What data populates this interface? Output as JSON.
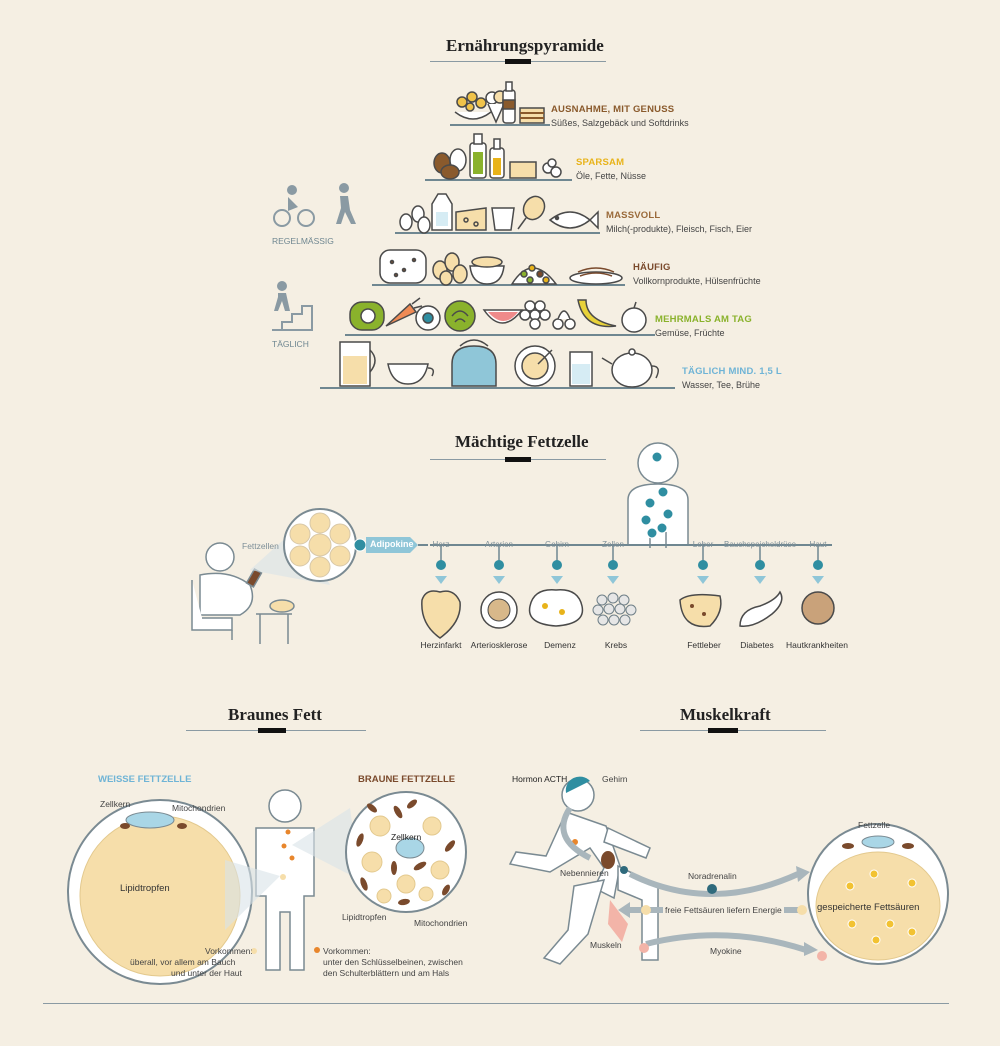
{
  "colors": {
    "background": "#f5efe3",
    "line": "#6f8791",
    "teal": "#2f8ea1",
    "blue_light": "#8fc6d8",
    "yellow_light": "#f6deaa",
    "brown": "#7a4a2c",
    "ausnahme": "#8a5a2c",
    "sparsam": "#e8b31a",
    "massvoll": "#9a6a3a",
    "haeufig": "#7a4a2c",
    "mehrmals": "#8ab22c",
    "taeglich": "#6fb4d6",
    "weisse": "#6fb4d6",
    "braune": "#7a4a2c",
    "accent_red": "#e88a7a"
  },
  "pyramid": {
    "title": "Ernährungspyramide",
    "levels": [
      {
        "title": "AUSNAHME, MIT GENUSS",
        "desc": "Süßes, Salzgebäck und Softdrinks",
        "color_key": "ausnahme",
        "icons": [
          "pasta-icon",
          "icecream-icon",
          "bottle-icon",
          "cake-icon"
        ]
      },
      {
        "title": "SPARSAM",
        "desc": "Öle, Fette, Nüsse",
        "color_key": "sparsam",
        "icons": [
          "nuts-icon",
          "oil-bottle-icon",
          "butter-icon"
        ]
      },
      {
        "title": "MASSVOLL",
        "desc": "Milch(-produkte), Fleisch, Fisch, Eier",
        "color_key": "massvoll",
        "icons": [
          "eggs-icon",
          "milk-icon",
          "cheese-icon",
          "meat-icon",
          "fish-icon"
        ]
      },
      {
        "title": "HÄUFIG",
        "desc": "Vollkornprodukte, Hülsenfrüchte",
        "color_key": "haeufig",
        "icons": [
          "bread-icon",
          "potatoes-icon",
          "bowl-icon",
          "legumes-icon",
          "pasta-plate-icon"
        ]
      },
      {
        "title": "MEHRMALS AM TAG",
        "desc": "Gemüse, Früchte",
        "color_key": "mehrmals",
        "icons": [
          "cucumber-icon",
          "carrot-icon",
          "tomato-icon",
          "cabbage-icon",
          "melon-icon",
          "grapes-icon",
          "cherries-icon",
          "banana-icon",
          "apple-icon"
        ]
      },
      {
        "title": "TÄGLICH MIND. 1,5 L",
        "desc": "Wasser, Tee, Brühe",
        "color_key": "taeglich",
        "icons": [
          "jug-icon",
          "cup-icon",
          "kettle-icon",
          "soup-icon",
          "glass-icon",
          "teapot-icon"
        ]
      }
    ],
    "activity": [
      {
        "label": "REGELMÄSSIG",
        "icons": [
          "cyclist-icon",
          "walker-icon"
        ]
      },
      {
        "label": "TÄGLICH",
        "icons": [
          "stairs-icon"
        ]
      }
    ]
  },
  "fettzelle": {
    "title": "Mächtige Fettzelle",
    "fettzellen_label": "Fettzellen",
    "adipokine_label": "Adipokine",
    "targets": [
      {
        "top": "Herz",
        "disease": "Herzinfarkt"
      },
      {
        "top": "Arterien",
        "disease": "Arteriosklerose"
      },
      {
        "top": "Gehirn",
        "disease": "Demenz"
      },
      {
        "top": "Zellen",
        "disease": "Krebs"
      },
      {
        "top": "Leber",
        "disease": "Fettleber"
      },
      {
        "top": "Bauchspeicheldrüse",
        "disease": "Diabetes"
      },
      {
        "top": "Haut",
        "disease": "Hautkrankheiten"
      }
    ]
  },
  "braunes_fett": {
    "title": "Braunes Fett",
    "weisse_title": "WEISSE FETTZELLE",
    "braune_title": "BRAUNE FETTZELLE",
    "zellkern": "Zellkern",
    "mitochondrien": "Mitochondrien",
    "lipidtropfen": "Lipidtropfen",
    "zellkern_inner": "Zellkern",
    "lipidtropfen_braun": "Lipidtropfen",
    "mitochondrien_braun": "Mitochondrien",
    "vorkommen_weiss": [
      "Vorkommen:",
      "überall, vor allem am Bauch",
      "und unter der Haut"
    ],
    "vorkommen_braun": [
      "Vorkommen:",
      "unter den Schlüsselbeinen, zwischen",
      "den Schulterblättern und am Hals"
    ]
  },
  "muskelkraft": {
    "title": "Muskelkraft",
    "hormon": "Hormon ACTH",
    "gehirn": "Gehirn",
    "nebennieren": "Nebennieren",
    "muskeln": "Muskeln",
    "fettzelle": "Fettzelle",
    "noradrenalin": "Noradrenalin",
    "fettsaeuren": "freie Fettsäuren liefern Energie",
    "myokine": "Myokine",
    "gespeicherte": "gespeicherte Fettsäuren"
  }
}
